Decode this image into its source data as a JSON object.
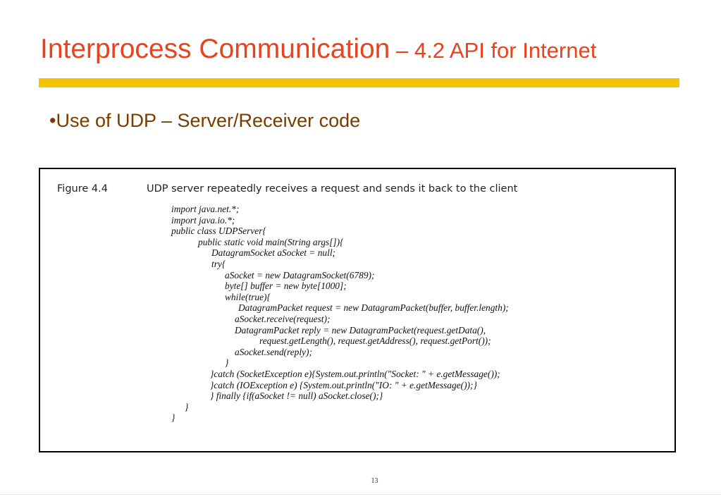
{
  "slide": {
    "title_main": "Interprocess Communication",
    "title_sub": " – 4.2 API for Internet",
    "bullet": "•Use of UDP – Server/Receiver code",
    "page_number": "13"
  },
  "figure": {
    "label": "Figure 4.4",
    "caption": "UDP server repeatedly receives a request and sends it back to the client",
    "code_lines": [
      "import java.net.*;",
      "import java.io.*;",
      "public class UDPServer{",
      "public static void main(String args[]){",
      "DatagramSocket aSocket = null;",
      "try{",
      "aSocket = new DatagramSocket(6789);",
      "byte[] buffer = new byte[1000];",
      "while(true){",
      "DatagramPacket request = new DatagramPacket(buffer, buffer.length);",
      "aSocket.receive(request);",
      "DatagramPacket reply = new DatagramPacket(request.getData(),",
      "request.getLength(), request.getAddress(), request.getPort());",
      "aSocket.send(reply);",
      "}",
      "}catch (SocketException e){System.out.println(\"Socket: \" + e.getMessage());",
      "}catch (IOException e) {System.out.println(\"IO: \" + e.getMessage());}",
      "} finally {if(aSocket != null) aSocket.close();}",
      "}",
      "}"
    ]
  }
}
